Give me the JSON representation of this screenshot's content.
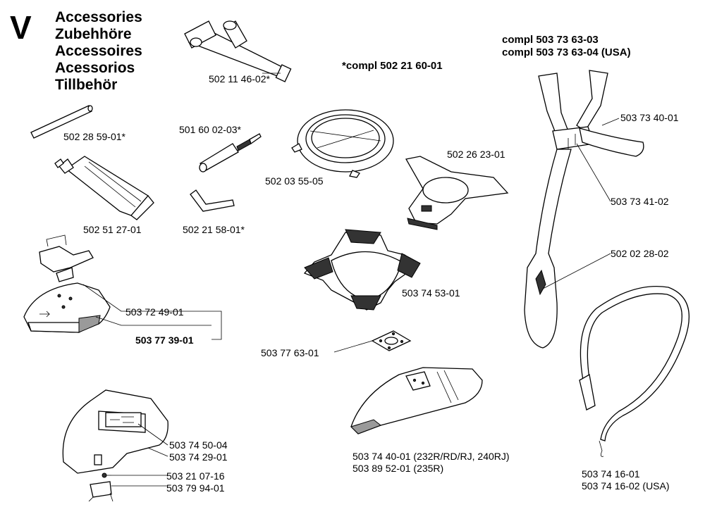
{
  "section": {
    "letter": "V"
  },
  "titles": [
    "Accessories",
    "Zubehhöre",
    "Accessoires",
    "Acessorios",
    "Tillbehör"
  ],
  "kits": {
    "trimmer_head_kit": "*compl 502 21 60-01",
    "harness_kit_1": "compl 503 73 63-03",
    "harness_kit_2": "compl 503 73 63-04 (USA)"
  },
  "parts": [
    {
      "id": "spanner",
      "pn": "502 11 46-02*",
      "icon": "combination-spanner"
    },
    {
      "id": "rod",
      "pn": "502 28 59-01*",
      "icon": "rod"
    },
    {
      "id": "grease",
      "pn": "502 51 27-01",
      "icon": "grease-tube"
    },
    {
      "id": "screwdriver",
      "pn": "501 60 02-03*",
      "icon": "screwdriver"
    },
    {
      "id": "hexkey",
      "pn": "502 21 58-01*",
      "icon": "hex-key"
    },
    {
      "id": "ring",
      "pn": "502 03 55-05",
      "icon": "trimmer-ring"
    },
    {
      "id": "support-cup",
      "pn": "502 26 23-01",
      "icon": "support-cup"
    },
    {
      "id": "bracket",
      "pn": "503 72 49-01",
      "icon": "bracket"
    },
    {
      "id": "guard-kit",
      "pn": "503 77 39-01",
      "icon": "guard",
      "bold": true
    },
    {
      "id": "blade-guard",
      "pn": "503 74 53-01",
      "icon": "blade-guard"
    },
    {
      "id": "plate",
      "pn": "503 77 63-01",
      "icon": "plate"
    },
    {
      "id": "guard-large",
      "pn": "503 74 50-04",
      "icon": "large-guard"
    },
    {
      "id": "label",
      "pn": "503 74 29-01",
      "icon": "label"
    },
    {
      "id": "screw",
      "pn": "503 21 07-16",
      "icon": "screw"
    },
    {
      "id": "clip",
      "pn": "503 79 94-01",
      "icon": "clip"
    },
    {
      "id": "guard-long-1",
      "pn": "503 74 40-01 (232R/RD/RJ, 240RJ)",
      "icon": "long-guard"
    },
    {
      "id": "guard-long-2",
      "pn": "503 89 52-01 (235R)",
      "icon": "long-guard"
    },
    {
      "id": "buckle",
      "pn": "503 73 40-01",
      "icon": "buckle"
    },
    {
      "id": "strap-pad",
      "pn": "503 73 41-02",
      "icon": "strap-pad"
    },
    {
      "id": "hip-pad",
      "pn": "502 02 28-02",
      "icon": "hip-pad"
    },
    {
      "id": "strap-1",
      "pn": "503 74 16-01",
      "icon": "shoulder-strap"
    },
    {
      "id": "strap-2",
      "pn": "503 74 16-02 (USA)",
      "icon": "shoulder-strap"
    }
  ]
}
